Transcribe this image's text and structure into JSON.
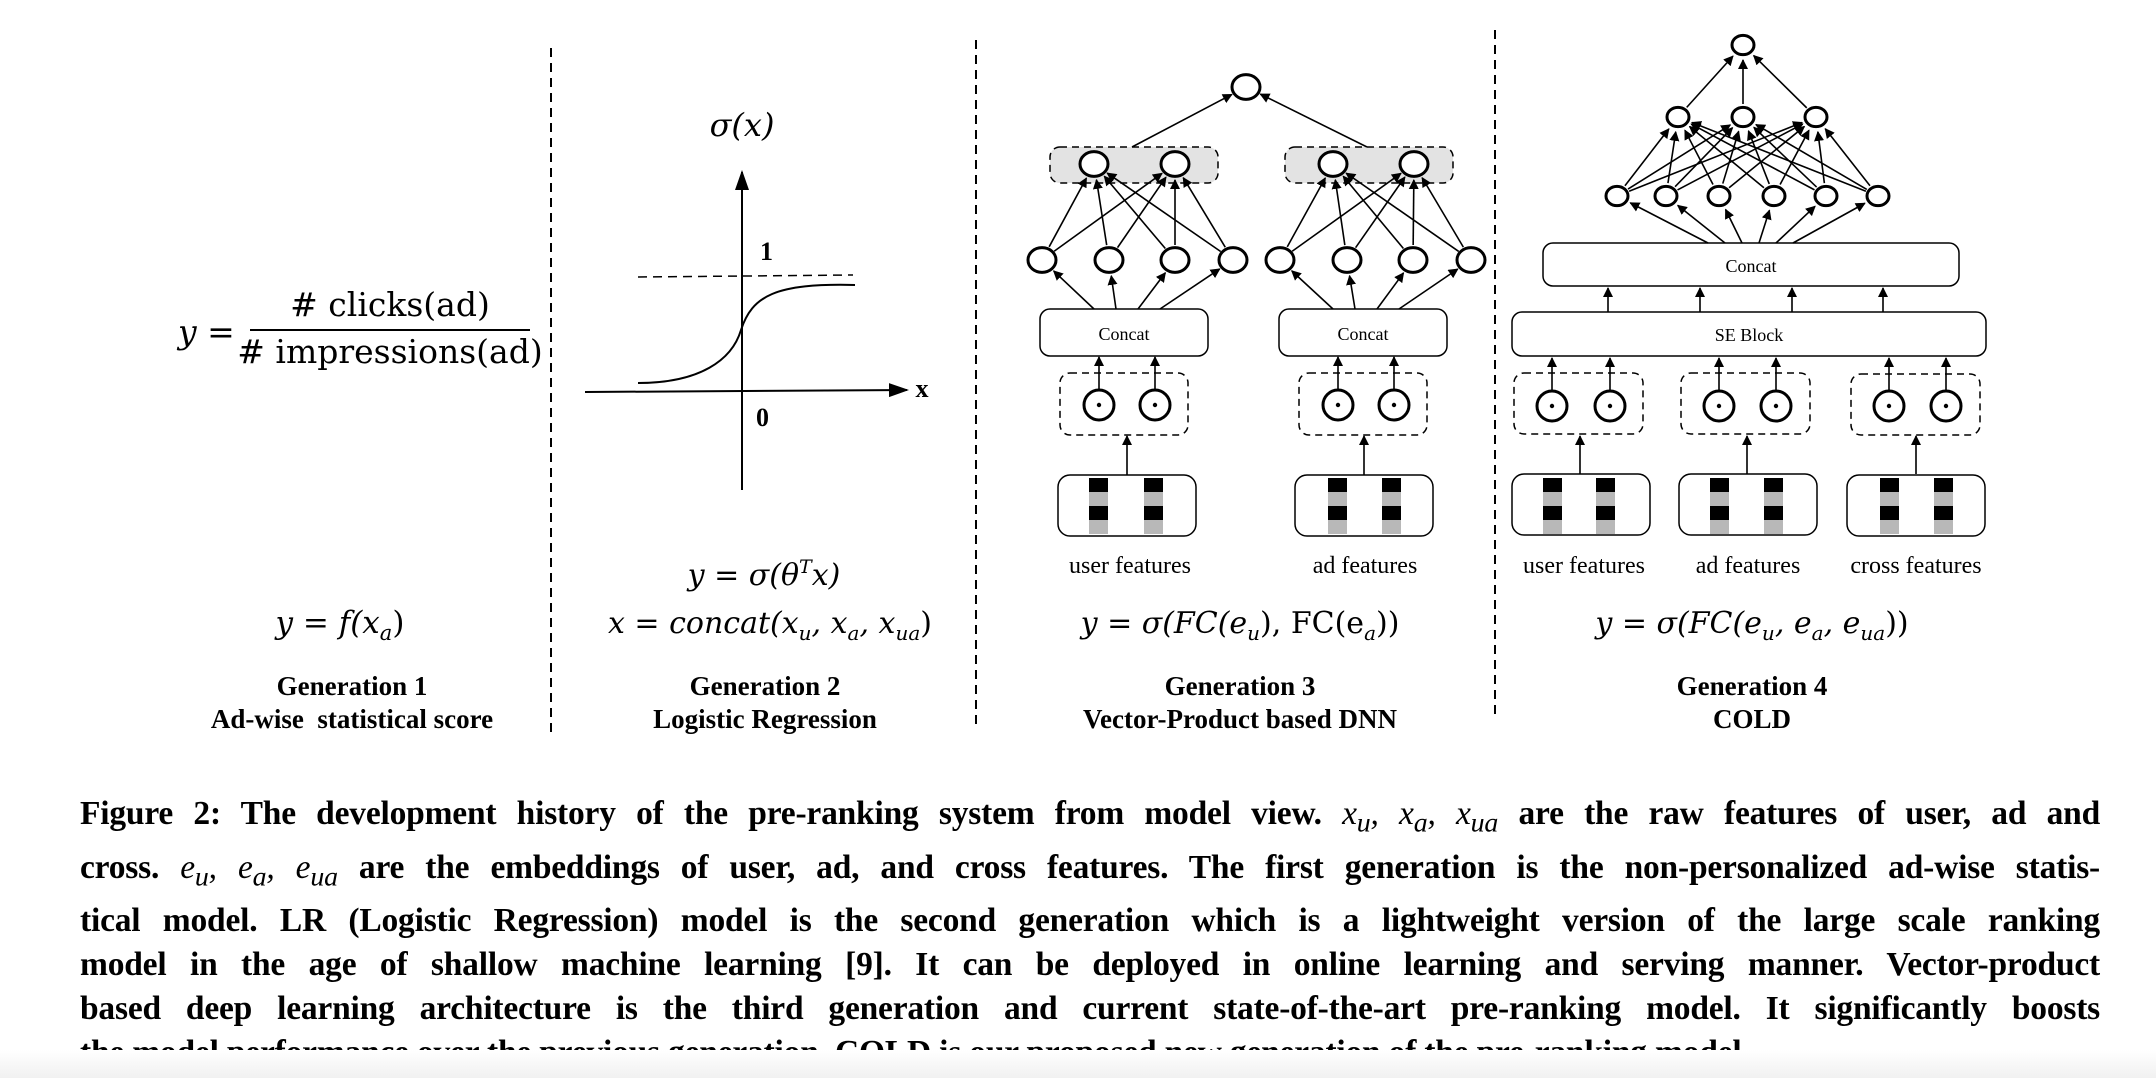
{
  "figure": {
    "generations": [
      {
        "title": "Generation 1",
        "subtitle": "Ad-wise  statistical score",
        "formula_lhs": "y =",
        "formula_numerator": "# clicks(ad)",
        "formula_denominator": "# impressions(ad)",
        "formula_bottom": "y = f(x",
        "formula_bottom_sub": "a",
        "formula_bottom_end": ")"
      },
      {
        "title": "Generation 2",
        "subtitle": "Logistic Regression",
        "plot_label_y": "σ(x)",
        "plot_label_x": "x",
        "tick_one": "1",
        "tick_zero": "0",
        "formula_1": "y = σ(θ",
        "formula_1_sup": "T",
        "formula_1_end": "x)",
        "formula_2": "x = concat(x",
        "formula_2_sub_u": "u",
        "formula_2_sep1": ", x",
        "formula_2_sub_a": "a",
        "formula_2_sep2": ", x",
        "formula_2_sub_ua": "ua",
        "formula_2_end": ")"
      },
      {
        "title": "Generation 3",
        "subtitle": "Vector-Product based DNN",
        "concat_label": "Concat",
        "feature_labels": [
          "user features",
          "ad features"
        ],
        "formula": "y = σ(FC(e",
        "formula_sub_u": "u",
        "formula_mid": "), FC(e",
        "formula_sub_a": "a",
        "formula_end": "))"
      },
      {
        "title": "Generation 4",
        "subtitle": "COLD",
        "concat_label": "Concat",
        "se_block_label": "SE Block",
        "feature_labels": [
          "user features",
          "ad features",
          "cross features"
        ],
        "formula": "y = σ(FC(e",
        "formula_sub_u": "u",
        "formula_sep1": ", e",
        "formula_sub_a": "a",
        "formula_sep2": ", e",
        "formula_sub_ua": "ua",
        "formula_end": "))"
      }
    ],
    "colors": {
      "ink": "#000000",
      "shaded_group": "#e3e3e3",
      "embedding_gray": "#b8b8b8"
    }
  },
  "caption": {
    "lines": [
      [
        "Figure 2: The development history of the pre-ranking system from model view. ",
        "x_u, x_a, x_ua",
        " are the raw features of user, ad and"
      ],
      [
        "cross. ",
        "e_u, e_a, e_ua",
        " are the embeddings of user, ad, and cross features. The first generation is the non-personalized ad-wise statis-"
      ],
      [
        "tical model. LR (Logistic Regression) model is the second generation which is a lightweight version of the large scale ranking"
      ],
      [
        "model in the age of shallow machine learning [9]. It can be deployed in online learning and serving manner. Vector-product"
      ],
      [
        "based deep learning architecture is the third generation and current state-of-the-art pre-ranking model. It significantly boosts"
      ],
      [
        "the model performance over the previous generation. COLD is our proposed new generation of the pre-ranking model."
      ]
    ]
  }
}
